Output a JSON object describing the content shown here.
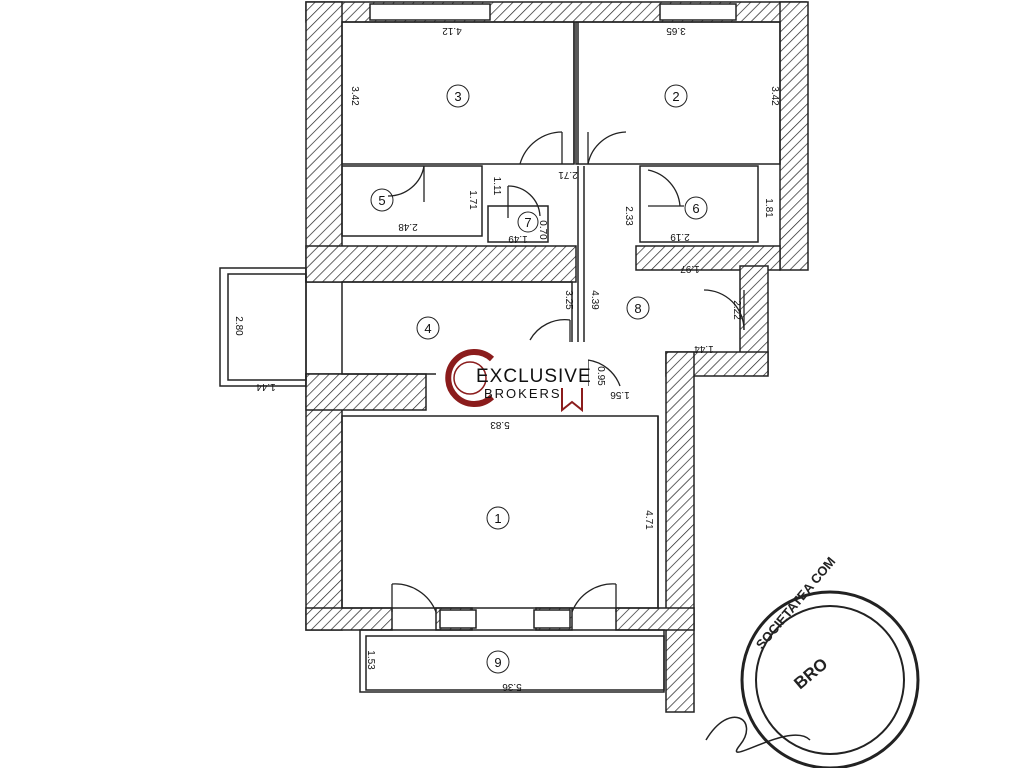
{
  "rooms": [
    {
      "number": "1"
    },
    {
      "number": "2"
    },
    {
      "number": "3"
    },
    {
      "number": "4"
    },
    {
      "number": "5"
    },
    {
      "number": "6"
    },
    {
      "number": "7"
    },
    {
      "number": "8"
    },
    {
      "number": "9"
    }
  ],
  "dimensions": [
    "4.12",
    "3.65",
    "3.42",
    "3.42",
    "2.71",
    "1.11",
    "1.71",
    "2.48",
    "1.49",
    "0.70",
    "2.33",
    "2.19",
    "1.81",
    "1.97",
    "3.25",
    "4.39",
    "2.22",
    "2.80",
    "1.44",
    "1.44",
    "1.56",
    "0.95",
    "5.83",
    "4.71",
    "1.53",
    "5.36"
  ],
  "logo": {
    "title": "EXCLUSIVE",
    "subtitle": "BROKERS"
  },
  "stamp": {
    "text": "SOCIETATEA COM",
    "word": "BRO"
  },
  "colors": {
    "line": "#222222",
    "logo_red": "#8b1c1c"
  }
}
